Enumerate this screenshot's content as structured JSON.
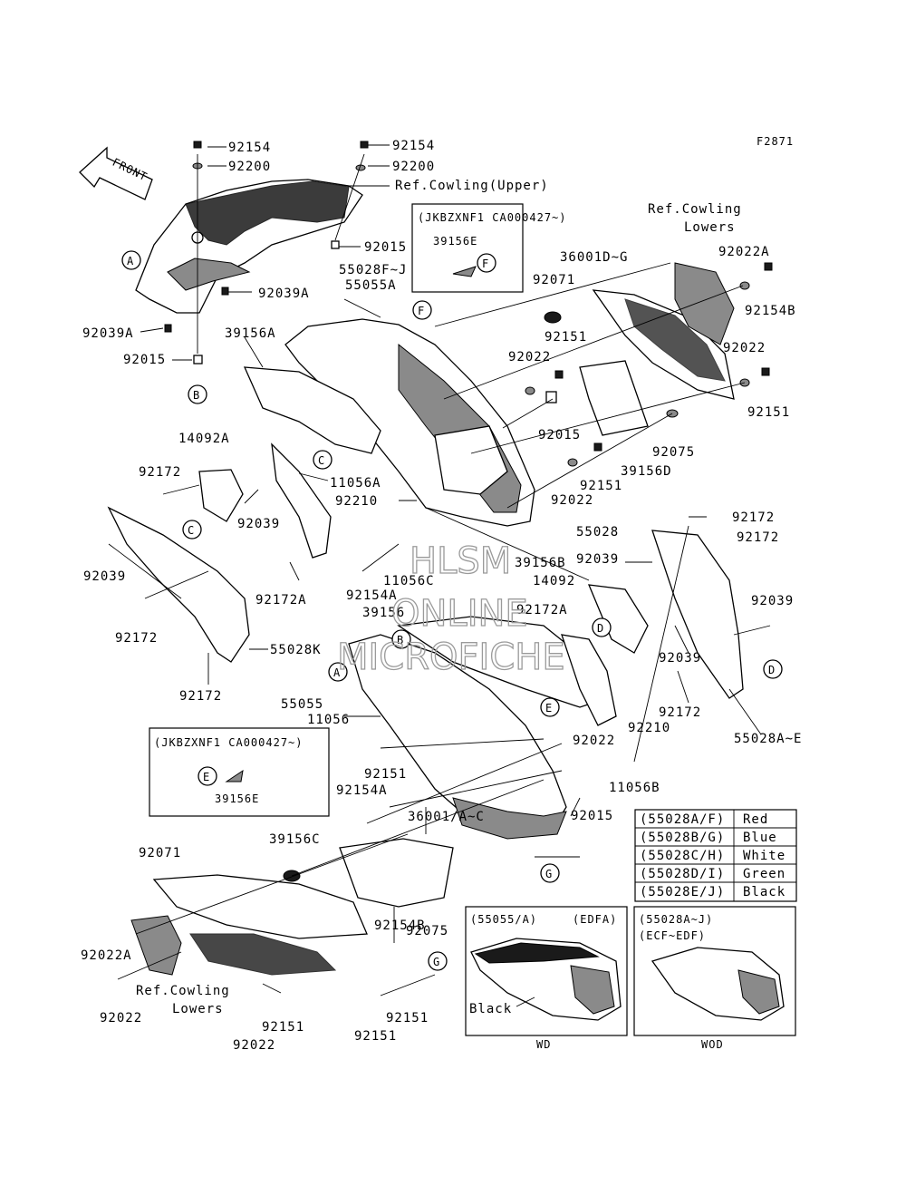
{
  "figure_id": "F2871",
  "front_arrow": "FRONT",
  "watermark": [
    "HLSM",
    "ONLINE",
    "MICROFICHE"
  ],
  "ref_labels": {
    "cowling_upper": "Ref.Cowling(Upper)",
    "cowling_lowers_top_1": "Ref.Cowling",
    "cowling_lowers_top_2": "Lowers",
    "cowling_lowers_bottom_1": "Ref.Cowling",
    "cowling_lowers_bottom_2": "Lowers"
  },
  "serial_box_upper": {
    "title": "(JKBZXNF1 CA000427~)",
    "part": "39156E",
    "callout": "F"
  },
  "serial_box_lower": {
    "title": "(JKBZXNF1 CA000427~)",
    "part": "39156E",
    "callout": "E"
  },
  "callouts": [
    "A",
    "B",
    "C",
    "D",
    "E",
    "F",
    "G"
  ],
  "part_numbers": {
    "p1": "92154",
    "p2": "92200",
    "p3": "92154",
    "p4": "92200",
    "p5": "92015",
    "p6": "92039A",
    "p7": "92039A",
    "p8": "92015",
    "p9": "55028F~J",
    "p10": "55055A",
    "p11": "39156A",
    "p12": "36001D~G",
    "p13": "92022A",
    "p14": "92154B",
    "p15": "92071",
    "p16": "92151",
    "p17": "92022",
    "p18": "92022",
    "p19": "92151",
    "p20": "92015",
    "p21": "92075",
    "p22": "39156D",
    "p23": "92151",
    "p24": "92022",
    "p25": "14092A",
    "p26": "92172",
    "p27": "11056A",
    "p28": "92039",
    "p29": "92210",
    "p30": "92039",
    "p31": "92172A",
    "p32": "92172",
    "p33": "55028K",
    "p34": "92172",
    "p35": "11056C",
    "p36": "92154A",
    "p37": "39156B",
    "p38": "14092",
    "p39": "39156",
    "p40": "92172A",
    "p41": "55028",
    "p42": "92039",
    "p43": "92172",
    "p44": "92172",
    "p45": "92039",
    "p46": "92039",
    "p47": "92172",
    "p48": "55028A~E",
    "p49": "55055",
    "p50": "11056",
    "p51": "92210",
    "p52": "92022",
    "p53": "92151",
    "p54": "92154A",
    "p55": "11056B",
    "p56": "92015",
    "p57": "36001/A~C",
    "p58": "92071",
    "p59": "39156C",
    "p60": "92075",
    "p61": "92154B",
    "p62": "92022A",
    "p63": "92022",
    "p64": "92151",
    "p65": "92022",
    "p66": "92151"
  },
  "color_table": [
    {
      "code": "(55028A/F)",
      "color": "Red"
    },
    {
      "code": "(55028B/G)",
      "color": "Blue"
    },
    {
      "code": "(55028C/H)",
      "color": "White"
    },
    {
      "code": "(55028D/I)",
      "color": "Green"
    },
    {
      "code": "(55028E/J)",
      "color": "Black"
    }
  ],
  "inset_wd": {
    "title_left": "(55055/A)",
    "title_right": "(EDFA)",
    "label": "Black",
    "caption": "WD"
  },
  "inset_wod": {
    "title_1": "(55028A~J)",
    "title_2": "(ECF~EDF)",
    "caption": "WOD"
  }
}
